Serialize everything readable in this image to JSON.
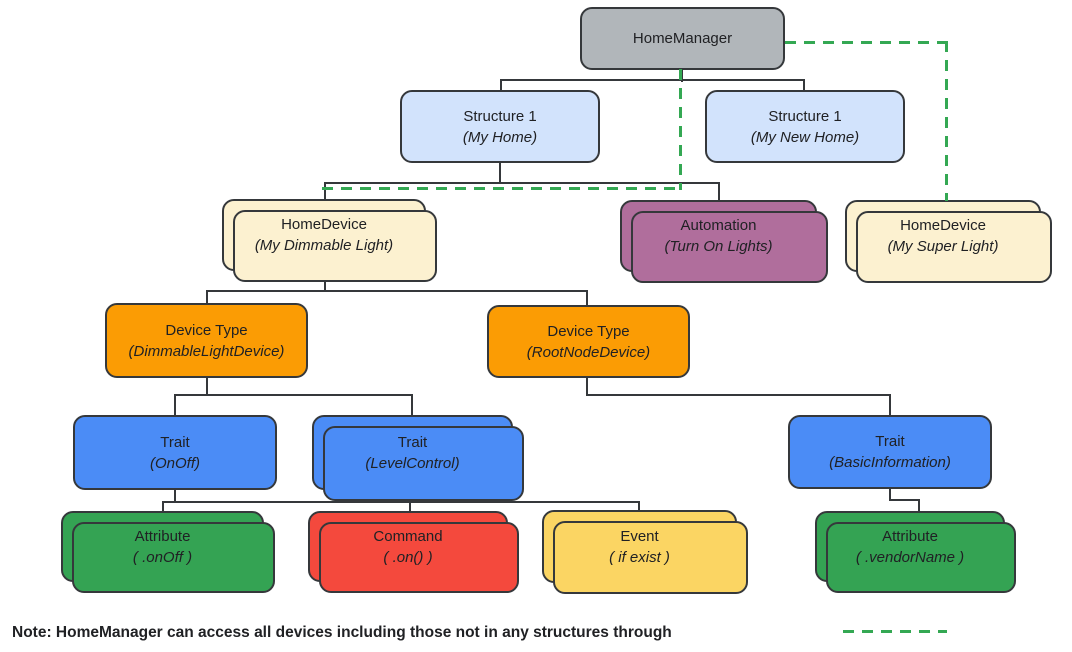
{
  "diagram": {
    "title": "HomeManager hierarchy diagram",
    "nodes": {
      "home_manager": {
        "title": "HomeManager",
        "subtitle": ""
      },
      "structure_my_home": {
        "title": "Structure 1",
        "subtitle": "(My Home)"
      },
      "structure_my_new_home": {
        "title": "Structure 1",
        "subtitle": "(My New Home)"
      },
      "home_device_dimmable": {
        "title": "HomeDevice",
        "subtitle": "(My Dimmable Light)"
      },
      "automation": {
        "title": "Automation",
        "subtitle": "(Turn On Lights)"
      },
      "home_device_super": {
        "title": "HomeDevice",
        "subtitle": "(My Super Light)"
      },
      "device_type_dimmable": {
        "title": "Device Type",
        "subtitle": "(DimmableLightDevice)"
      },
      "device_type_rootnode": {
        "title": "Device Type",
        "subtitle": "(RootNodeDevice)"
      },
      "trait_onoff": {
        "title": "Trait",
        "subtitle": "(OnOff)"
      },
      "trait_levelcontrol": {
        "title": "Trait",
        "subtitle": "(LevelControl)"
      },
      "trait_basicinfo": {
        "title": "Trait",
        "subtitle": "(BasicInformation)"
      },
      "attribute_onoff": {
        "title": "Attribute",
        "subtitle": "( .onOff )"
      },
      "command_on": {
        "title": "Command",
        "subtitle": "( .on() )"
      },
      "event_if_exist": {
        "title": "Event",
        "subtitle": "( if exist )"
      },
      "attribute_vendorname": {
        "title": "Attribute",
        "subtitle": "( .vendorName )"
      }
    },
    "colors": {
      "gray_box": "#b1b6ba",
      "light_blue_box": "#d2e3fc",
      "cream_box": "#fcf1d0",
      "mauve_box": "#b06e9c",
      "orange_box": "#fb9c04",
      "blue_box": "#4b8cf6",
      "green_box": "#34a353",
      "red_box": "#f4493d",
      "yellow_box": "#fbd563",
      "connector_line": "#35383b",
      "dashed_access_line": "#34a853",
      "text": "#202124"
    }
  },
  "note": {
    "text": "Note: HomeManager can access all devices including those not in any structures through"
  }
}
